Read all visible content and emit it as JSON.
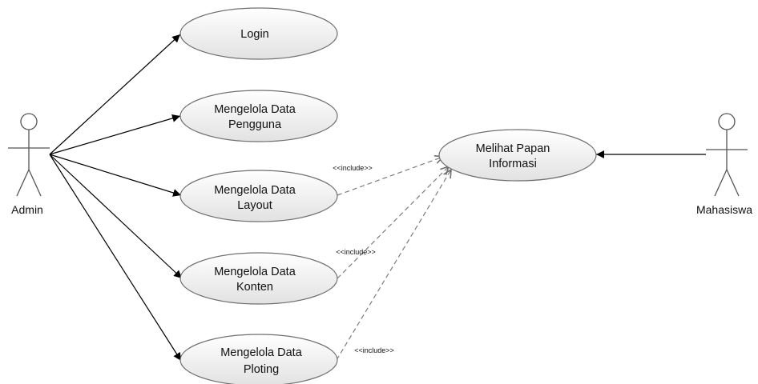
{
  "actors": {
    "admin": {
      "name": "Admin"
    },
    "mahasiswa": {
      "name": "Mahasiswa"
    }
  },
  "use_cases": {
    "login": {
      "lines": [
        "Login"
      ]
    },
    "pengguna": {
      "lines": [
        "Mengelola Data",
        "Pengguna"
      ]
    },
    "layout": {
      "lines": [
        "Mengelola Data",
        "Layout"
      ]
    },
    "konten": {
      "lines": [
        "Mengelola Data",
        "Konten"
      ]
    },
    "ploting": {
      "lines": [
        "Mengelola Data",
        "Ploting"
      ]
    },
    "papan": {
      "lines": [
        "Melihat Papan",
        "Informasi"
      ]
    }
  },
  "include_label": "<<include>>",
  "colors": {
    "ellipse_fill_top": "#ffffff",
    "ellipse_fill_bottom": "#e4e4e4",
    "ellipse_stroke": "#6f6f6f",
    "line": "#000000",
    "dashed": "#7d7d7d"
  }
}
